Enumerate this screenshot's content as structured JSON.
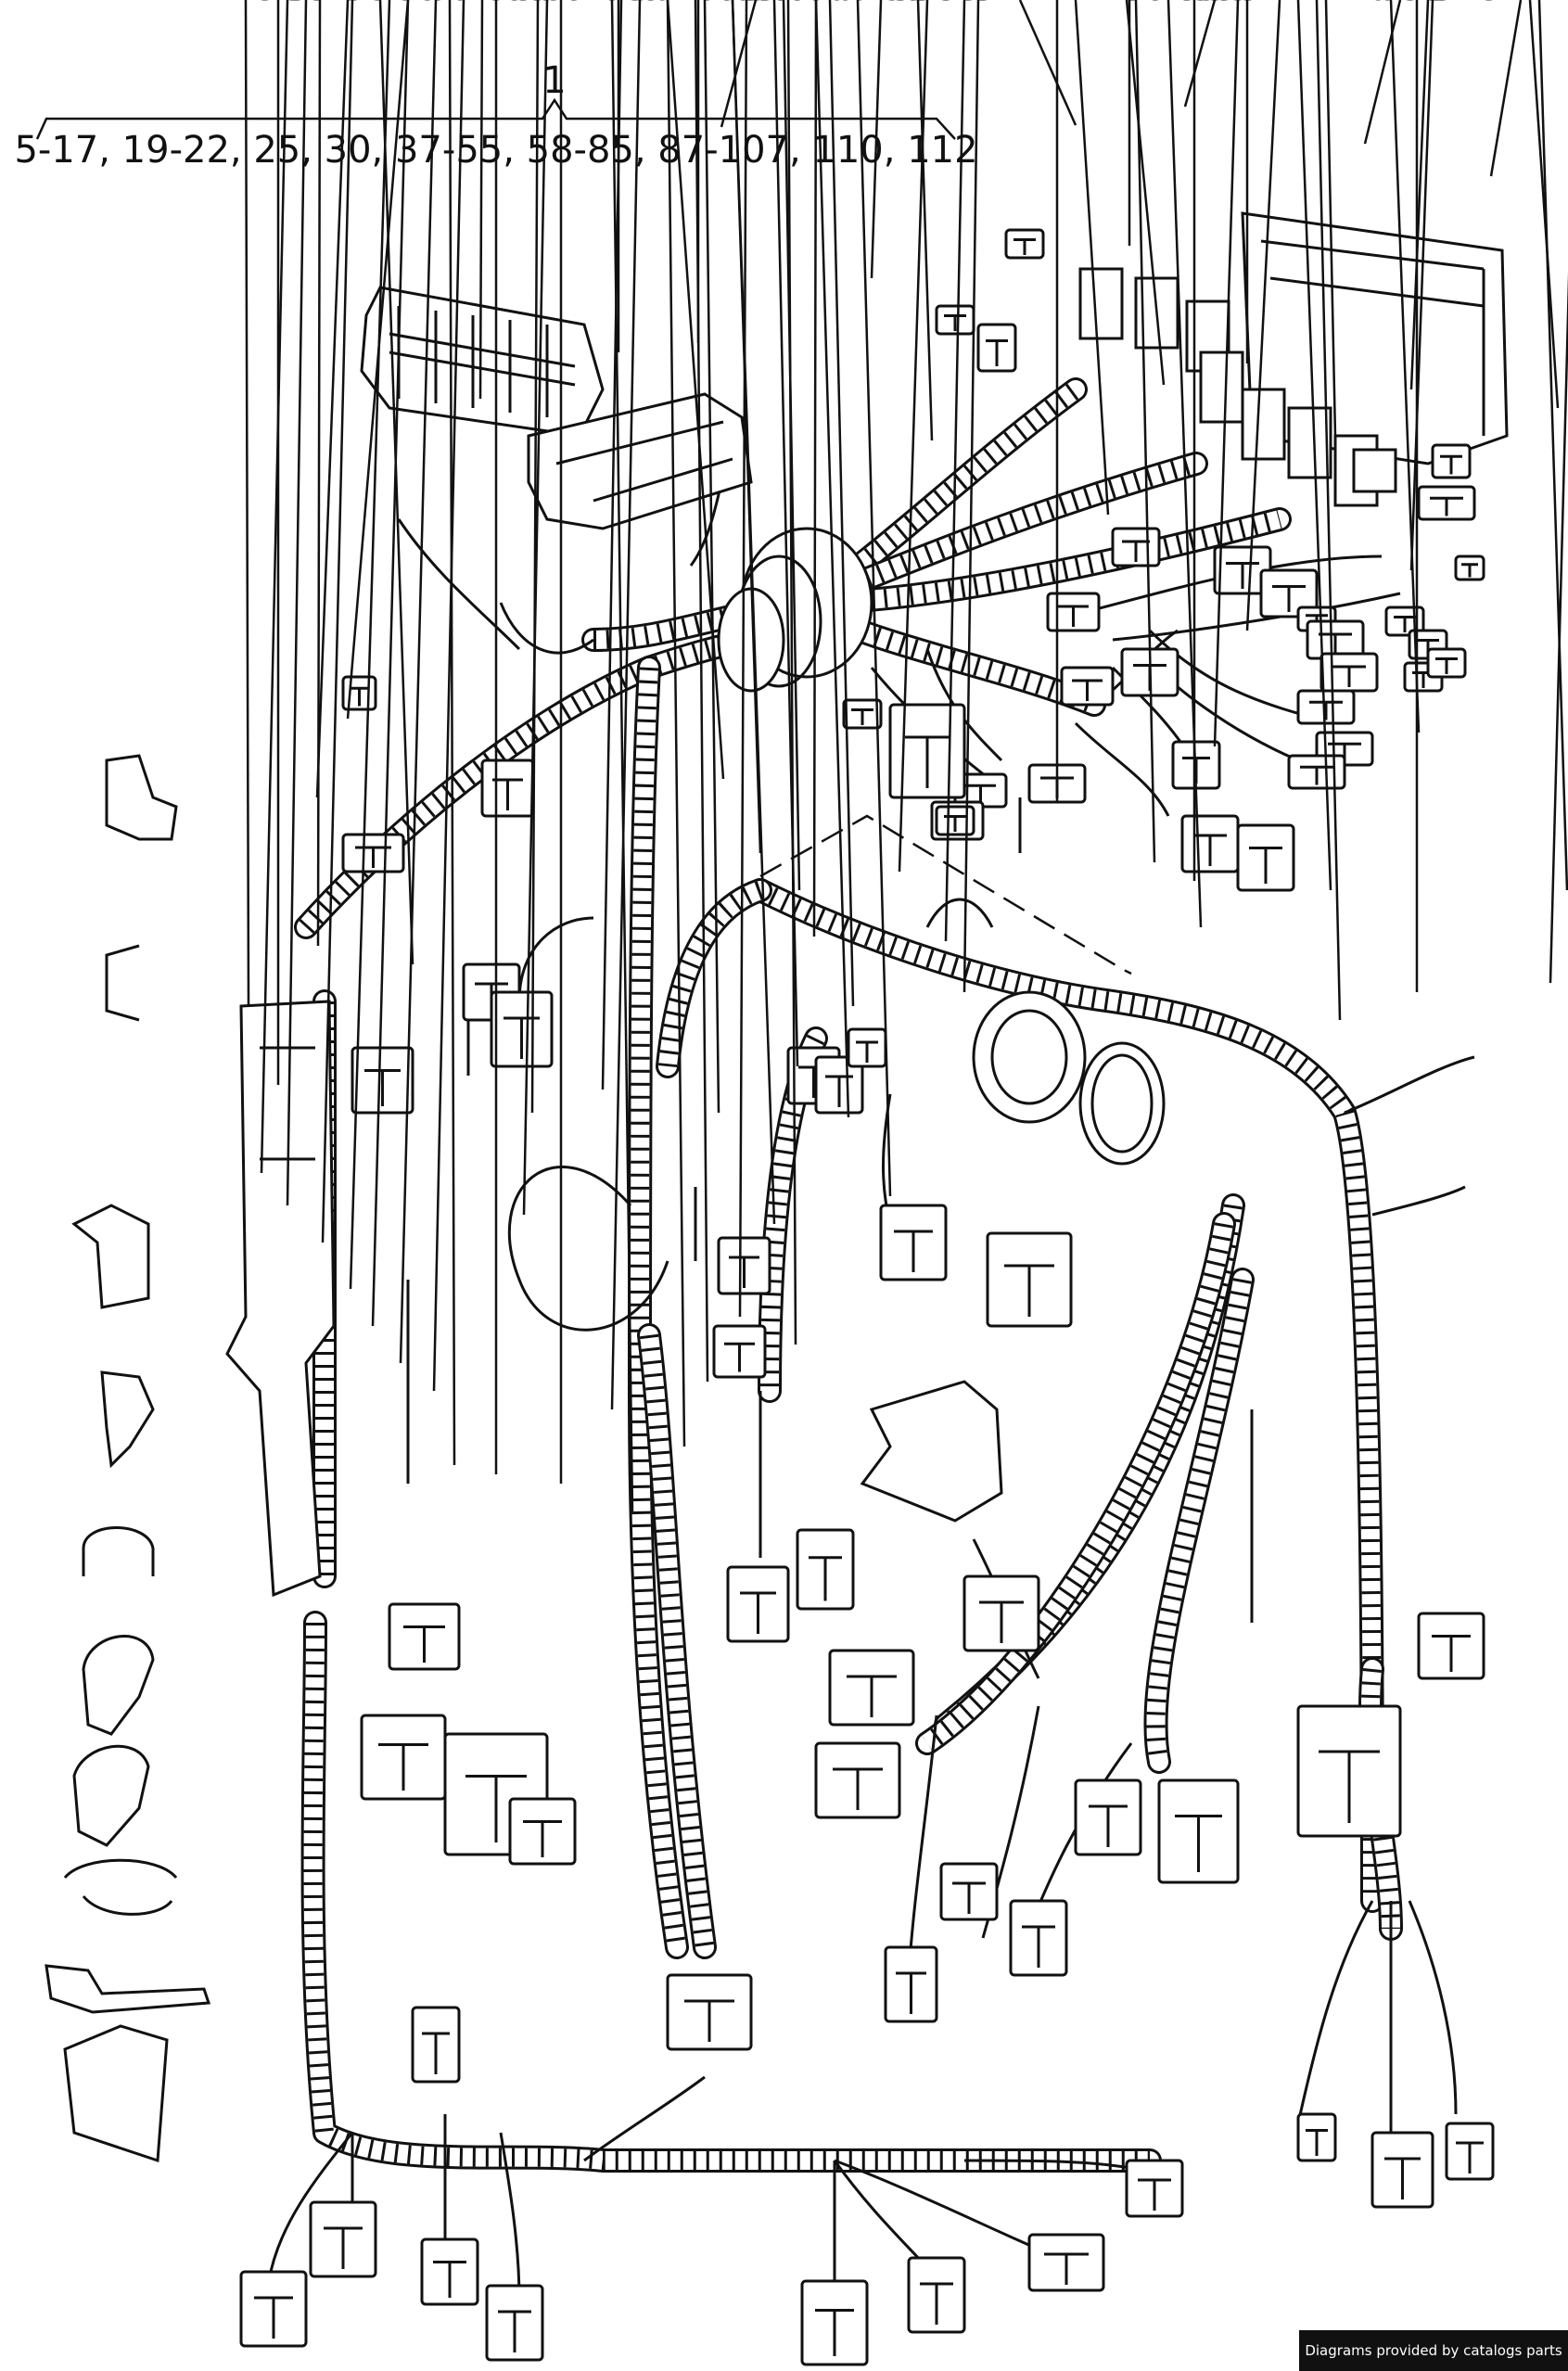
{
  "header": {
    "assembly_number": "1",
    "assembly_range": "5-17, 19-22, 25, 30, 37-55, 58-85, 87-107, 110, 112"
  },
  "labels": [
    {
      "id": "14",
      "text": "14"
    },
    {
      "id": "74",
      "text": "74"
    },
    {
      "id": "67",
      "text": "67"
    },
    {
      "id": "12",
      "text": "12"
    },
    {
      "id": "5",
      "text": "5"
    },
    {
      "id": "37",
      "text": "37"
    },
    {
      "id": "38",
      "text": "38"
    },
    {
      "id": "20",
      "text": "20"
    },
    {
      "id": "82",
      "text": "82"
    },
    {
      "id": "87",
      "text": "87"
    },
    {
      "id": "88",
      "text": "88"
    },
    {
      "id": "80",
      "text": "80"
    },
    {
      "id": "73",
      "text": "73"
    },
    {
      "id": "95",
      "text": "95"
    },
    {
      "id": "72",
      "text": "72"
    },
    {
      "id": "25",
      "text": "25"
    },
    {
      "id": "89",
      "text": "89"
    },
    {
      "id": "49",
      "text": "49"
    },
    {
      "id": "41",
      "text": "41"
    },
    {
      "id": "60",
      "text": "60"
    },
    {
      "id": "42",
      "text": "42"
    },
    {
      "id": "93",
      "text": "93"
    },
    {
      "id": "9",
      "text": "9"
    },
    {
      "id": "69",
      "text": "69"
    },
    {
      "id": "45",
      "text": "45"
    },
    {
      "id": "109",
      "text": "109"
    },
    {
      "id": "11a",
      "text": "11"
    },
    {
      "id": "30",
      "text": "30"
    },
    {
      "id": "61",
      "text": "61"
    },
    {
      "id": "48",
      "text": "48"
    },
    {
      "id": "44",
      "text": "44"
    },
    {
      "id": "17",
      "text": "17"
    },
    {
      "id": "91",
      "text": "91"
    },
    {
      "id": "92",
      "text": "92"
    },
    {
      "id": "66",
      "text": "66"
    },
    {
      "id": "76",
      "text": "76"
    },
    {
      "id": "16",
      "text": "16"
    },
    {
      "id": "110",
      "text": "110"
    },
    {
      "id": "97",
      "text": "97"
    },
    {
      "id": "84",
      "text": "84"
    },
    {
      "id": "35",
      "text": "35"
    },
    {
      "id": "104",
      "text": "104"
    },
    {
      "id": "55a",
      "text": "55"
    },
    {
      "id": "54",
      "text": "54"
    },
    {
      "id": "29",
      "text": "29"
    },
    {
      "id": "99a",
      "text": "99"
    },
    {
      "id": "11b",
      "text": "11"
    },
    {
      "id": "112",
      "text": "112"
    },
    {
      "id": "52a",
      "text": "52"
    },
    {
      "id": "13",
      "text": "13"
    },
    {
      "id": "7",
      "text": "7"
    },
    {
      "id": "58",
      "text": "58"
    },
    {
      "id": "18",
      "text": "18"
    },
    {
      "id": "53",
      "text": "53"
    },
    {
      "id": "111",
      "text": "111"
    },
    {
      "id": "32",
      "text": "32"
    },
    {
      "id": "10a",
      "text": "10"
    },
    {
      "id": "107a",
      "text": "107"
    },
    {
      "id": "22",
      "text": "22"
    },
    {
      "id": "27",
      "text": "27"
    },
    {
      "id": "51",
      "text": "51"
    },
    {
      "id": "39a",
      "text": "39"
    },
    {
      "id": "40",
      "text": "40"
    },
    {
      "id": "57",
      "text": "57"
    },
    {
      "id": "31",
      "text": "31"
    },
    {
      "id": "39b",
      "text": "39"
    },
    {
      "id": "43",
      "text": "43"
    },
    {
      "id": "52b",
      "text": "52"
    },
    {
      "id": "55b",
      "text": "55"
    },
    {
      "id": "106a",
      "text": "106"
    },
    {
      "id": "62",
      "text": "62"
    },
    {
      "id": "86",
      "text": "86"
    },
    {
      "id": "19",
      "text": "19"
    },
    {
      "id": "10b",
      "text": "10"
    },
    {
      "id": "96a",
      "text": "96"
    },
    {
      "id": "100",
      "text": "100"
    },
    {
      "id": "34",
      "text": "34"
    },
    {
      "id": "6",
      "text": "6"
    },
    {
      "id": "96b",
      "text": "96"
    },
    {
      "id": "4",
      "text": "4"
    },
    {
      "id": "85",
      "text": "85"
    },
    {
      "id": "71a",
      "text": "71"
    },
    {
      "id": "105",
      "text": "105"
    },
    {
      "id": "103",
      "text": "103"
    },
    {
      "id": "99b",
      "text": "99"
    },
    {
      "id": "23",
      "text": "23"
    },
    {
      "id": "71b",
      "text": "71"
    },
    {
      "id": "63",
      "text": "63"
    },
    {
      "id": "96c",
      "text": "96"
    },
    {
      "id": "96d",
      "text": "96"
    },
    {
      "id": "56",
      "text": "56"
    },
    {
      "id": "81a",
      "text": "81"
    },
    {
      "id": "96e",
      "text": "96"
    },
    {
      "id": "11c",
      "text": "11"
    },
    {
      "id": "96f",
      "text": "96"
    },
    {
      "id": "81b",
      "text": "81"
    },
    {
      "id": "96g",
      "text": "96"
    },
    {
      "id": "107b",
      "text": "107"
    },
    {
      "id": "96h",
      "text": "96"
    },
    {
      "id": "75a",
      "text": "75"
    },
    {
      "id": "106b",
      "text": "106"
    },
    {
      "id": "75b",
      "text": "75"
    }
  ],
  "footer": {
    "credit": "Diagrams provided by catalogs parts"
  }
}
